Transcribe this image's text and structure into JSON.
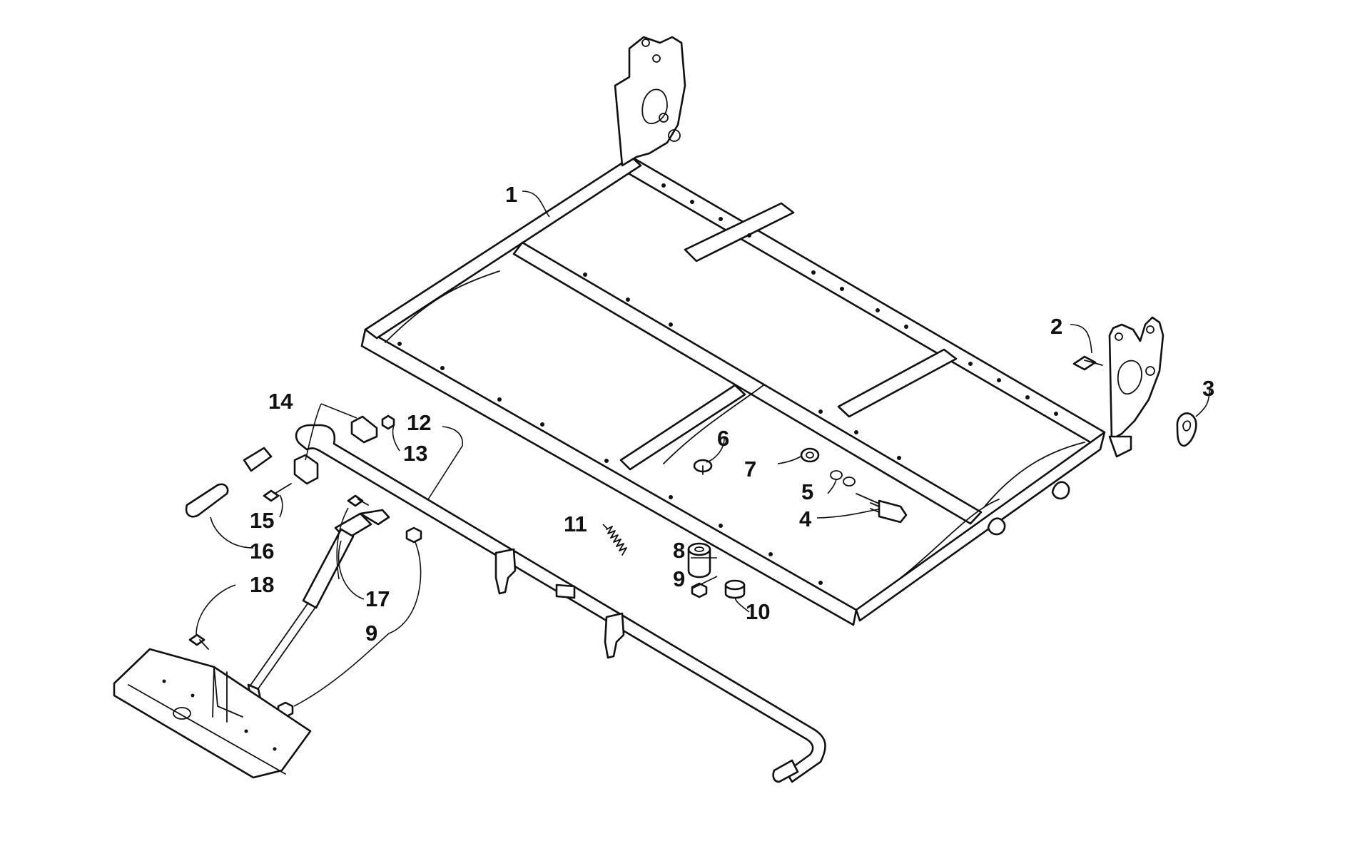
{
  "callouts": {
    "c1": "1",
    "c2": "2",
    "c3": "3",
    "c4": "4",
    "c5": "5",
    "c6": "6",
    "c7": "7",
    "c8": "8",
    "c9a": "9",
    "c9b": "9",
    "c10": "10",
    "c11": "11",
    "c12": "12",
    "c13": "13",
    "c14": "14",
    "c15": "15",
    "c16": "16",
    "c17": "17",
    "c18": "18"
  },
  "colors": {
    "line": "#111111",
    "background": "#ffffff"
  }
}
